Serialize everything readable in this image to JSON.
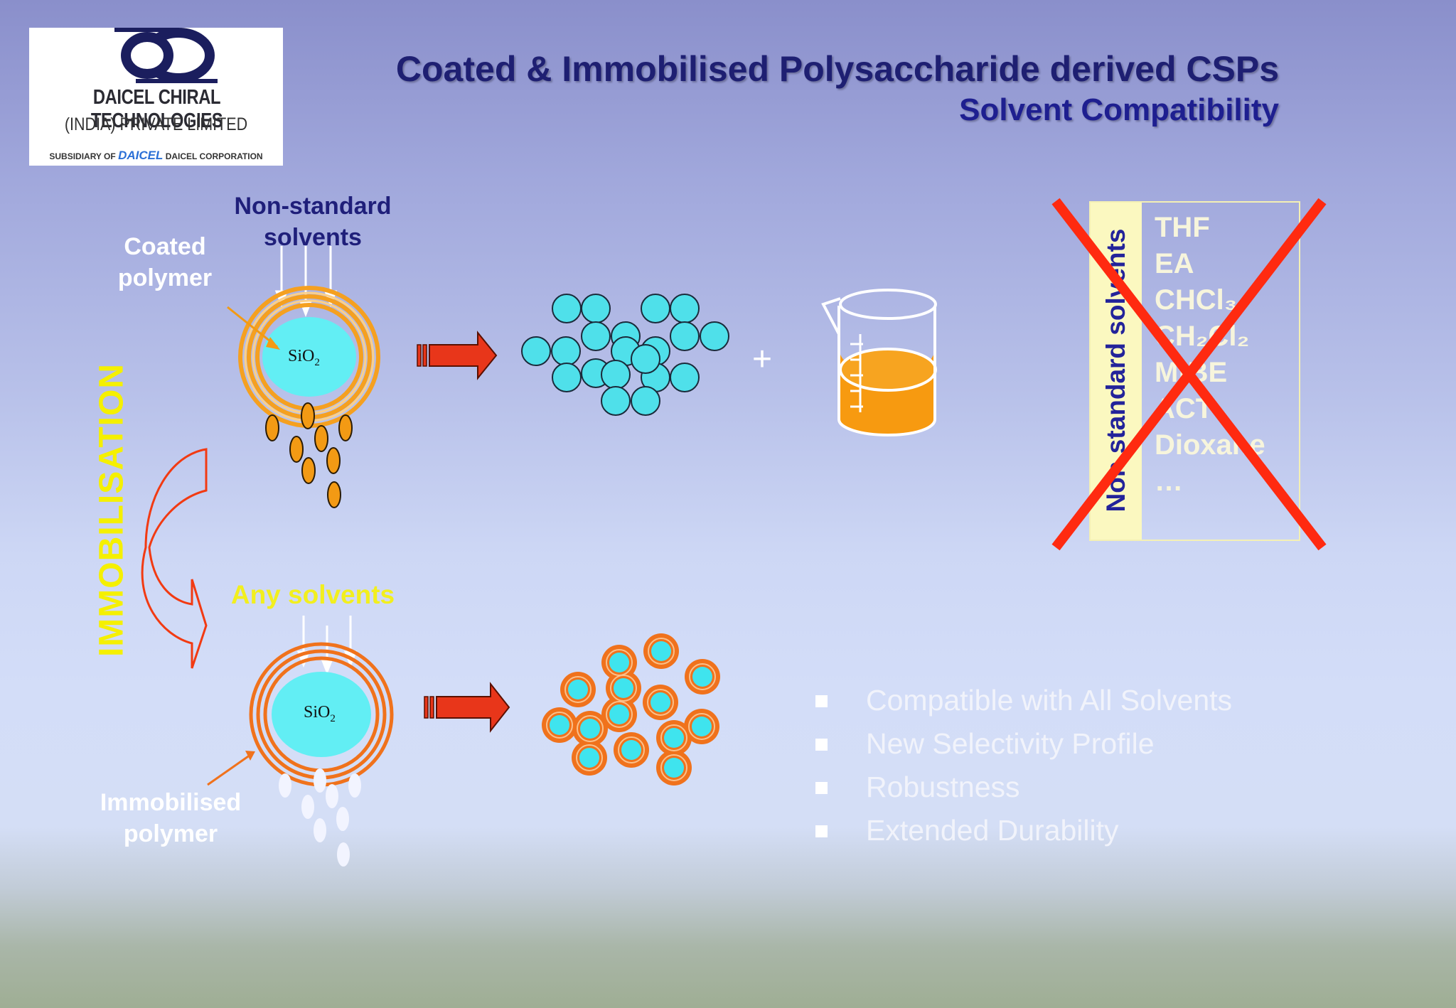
{
  "logo": {
    "line1": "DAICEL CHIRAL TECHNOLOGIES",
    "line2": "(INDIA) PRIVATE LIMITED",
    "line3a": "SUBSIDIARY OF",
    "line3b": "DAICEL",
    "line3c": "DAICEL CORPORATION"
  },
  "title": "Coated & Immobilised Polysaccharide derived CSPs",
  "subtitle": "Solvent Compatibility",
  "labels": {
    "non_standard_solvents": [
      "Non-standard",
      "solvents"
    ],
    "coated_polymer": [
      "Coated",
      "polymer"
    ],
    "sio2_top": "SiO",
    "sio2_bottom": "SiO",
    "sio2_sub": "2",
    "immobilisation": "IMMOBILISATION",
    "any_solvents": "Any solvents",
    "immobilised_polymer": [
      "Immobilised",
      "polymer"
    ],
    "plus": "+"
  },
  "solvent_box": {
    "header": "Non standard solvents",
    "items": [
      "THF",
      "EA",
      "CHCl₃",
      "CH₂Cl₂",
      "MtBE",
      "ACT",
      "Dioxane",
      "…"
    ]
  },
  "benefits": [
    "Compatible with All Solvents",
    "New Selectivity Profile",
    "Robustness",
    "Extended Durability"
  ],
  "colors": {
    "title": "#1e1f72",
    "cyan": "#5fe8f0",
    "orange": "#f39a14",
    "dark_orange": "#f0721c",
    "arrow_red": "#e8361a",
    "cross_red": "#ff2a10",
    "yellow": "#f5f000"
  }
}
